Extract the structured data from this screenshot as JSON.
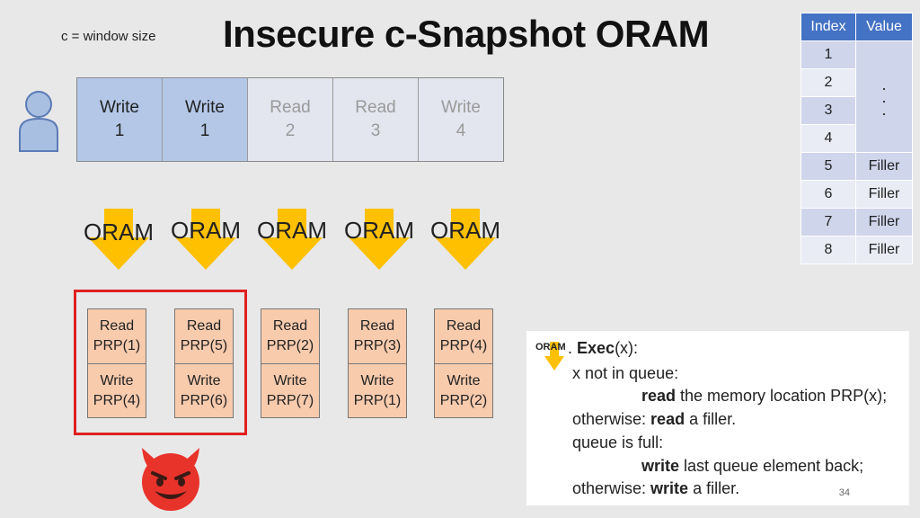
{
  "window_label": "c = window size",
  "title": "Insecure c-Snapshot ORAM",
  "queue": [
    {
      "op": "Write",
      "arg": "1",
      "state": "filled"
    },
    {
      "op": "Write",
      "arg": "1",
      "state": "filled"
    },
    {
      "op": "Read",
      "arg": "2",
      "state": "empty"
    },
    {
      "op": "Read",
      "arg": "3",
      "state": "empty"
    },
    {
      "op": "Write",
      "arg": "4",
      "state": "empty"
    }
  ],
  "oram_label": "ORAM",
  "columns": [
    {
      "top": [
        "Read",
        "PRP(1)"
      ],
      "bottom": [
        "Write",
        "PRP(4)"
      ]
    },
    {
      "top": [
        "Read",
        "PRP(5)"
      ],
      "bottom": [
        "Write",
        "PRP(6)"
      ]
    },
    {
      "top": [
        "Read",
        "PRP(2)"
      ],
      "bottom": [
        "Write",
        "PRP(7)"
      ]
    },
    {
      "top": [
        "Read",
        "PRP(3)"
      ],
      "bottom": [
        "Write",
        "PRP(1)"
      ]
    },
    {
      "top": [
        "Read",
        "PRP(4)"
      ],
      "bottom": [
        "Write",
        "PRP(2)"
      ]
    }
  ],
  "table": {
    "headers": [
      "Index",
      "Value"
    ],
    "indices": [
      "1",
      "2",
      "3",
      "4",
      "5",
      "6",
      "7",
      "8"
    ],
    "dots": [
      ".",
      ".",
      "."
    ],
    "values": [
      "Filler",
      "Filler",
      "Filler",
      "Filler"
    ]
  },
  "panel": {
    "mini_oram": "ORAM",
    "exec_prefix": ". ",
    "exec_bold": "Exec",
    "exec_rest": "(x):",
    "l1": "x not in queue:",
    "l2_bold": "read",
    "l2_rest": " the memory location PRP(x);",
    "l3_pre": "otherwise: ",
    "l3_bold": "read",
    "l3_rest": " a filler.",
    "l4": "queue is full:",
    "l5_bold": "write",
    "l5_rest": " last queue element back;",
    "l6_pre": "otherwise: ",
    "l6_bold": "write",
    "l6_rest": " a filler.",
    "page": "34"
  },
  "colors": {
    "queue_filled": "#b4c7e7",
    "arrow": "#ffc000",
    "server_cell": "#f8cbad",
    "highlight": "#e02020",
    "table_header": "#4472c4"
  }
}
